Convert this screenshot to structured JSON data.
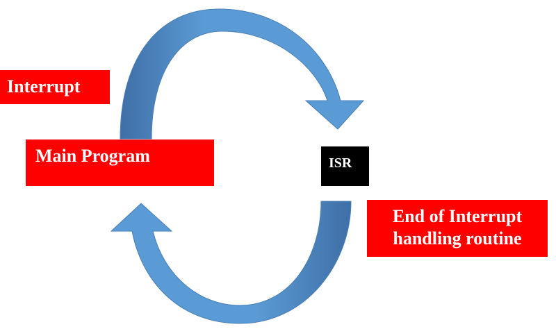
{
  "labels": {
    "interrupt": "Interrupt",
    "main_program": "Main Program",
    "isr": "ISR",
    "end_of_interrupt": "End of Interrupt\nhandling  routine"
  },
  "colors": {
    "label_box": "#ff0000",
    "isr_box": "#000000",
    "label_text": "#ffffff",
    "arrow_fill": "#5b9bd5",
    "arrow_stroke": "#41719c"
  }
}
